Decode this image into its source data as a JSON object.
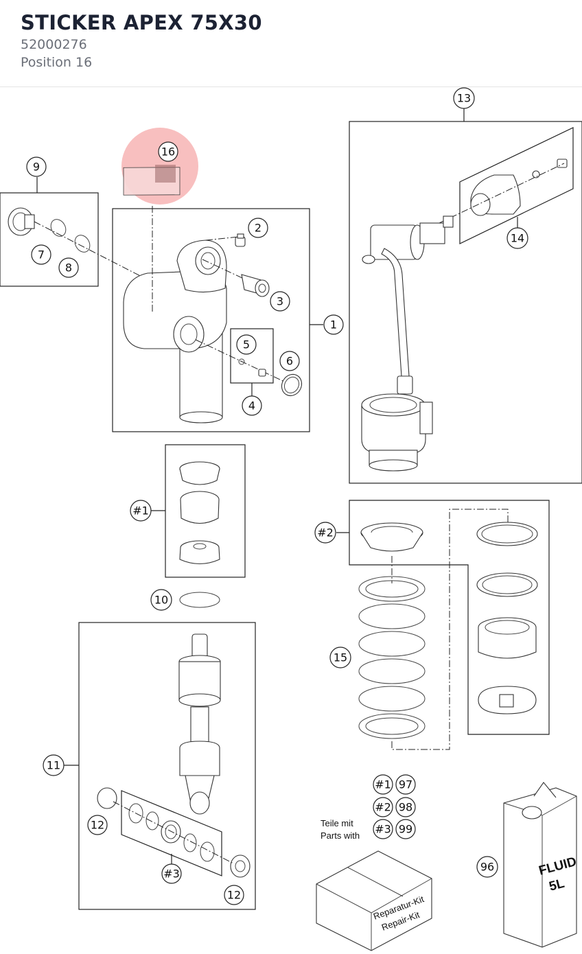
{
  "header": {
    "title": "STICKER APEX 75X30",
    "part_number": "52000276",
    "position": "Position 16"
  },
  "highlight_color": "#f28b8b",
  "callouts": {
    "c1": "1",
    "c2": "2",
    "c3": "3",
    "c4": "4",
    "c5": "5",
    "c6": "6",
    "c7": "7",
    "c8": "8",
    "c9": "9",
    "c10": "10",
    "c11": "11",
    "c12a": "12",
    "c12b": "12",
    "c13": "13",
    "c14": "14",
    "c15": "15",
    "c16": "16",
    "k1": "#1",
    "k2": "#2",
    "k3": "#3",
    "k1b": "#1",
    "k2b": "#2",
    "k3b": "#3",
    "c97": "97",
    "c98": "98",
    "c99": "99",
    "c96": "96"
  },
  "legend": {
    "line1": "Teile mit",
    "line2": "Parts with"
  },
  "kit_box": {
    "line1": "Reparatur-Kit",
    "line2": "Repair-Kit"
  },
  "fluid_can": {
    "line1": "FLUID",
    "line2": "5L"
  }
}
